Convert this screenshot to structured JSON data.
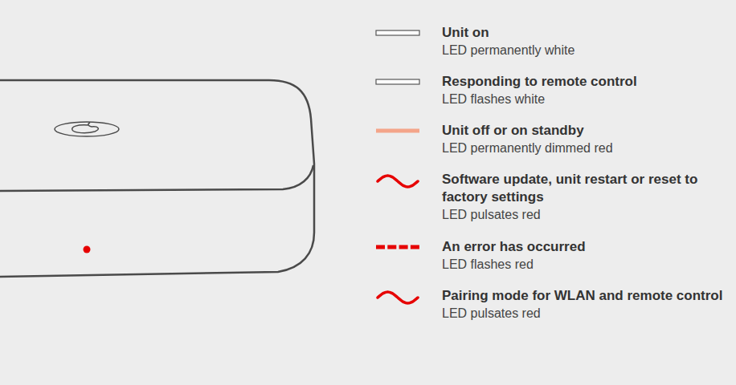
{
  "diagram": {
    "labels": [
      "LED permanently white",
      "LED flashes white",
      "LED permanently dimmed red",
      "LED pulsates red",
      "LED flashes red",
      "LED pulsates red"
    ],
    "legend": [
      {
        "text": "Unit on"
      },
      {
        "text": "Responding to remote control"
      },
      {
        "text": "Unit off or on standby",
        "color": "#f4a58a"
      },
      {
        "text": "Software update, unit restart or reset to factory settings"
      },
      {
        "text": "An error has occurred"
      },
      {
        "text": "Pairing mode for WLAN and remote control"
      }
    ]
  }
}
